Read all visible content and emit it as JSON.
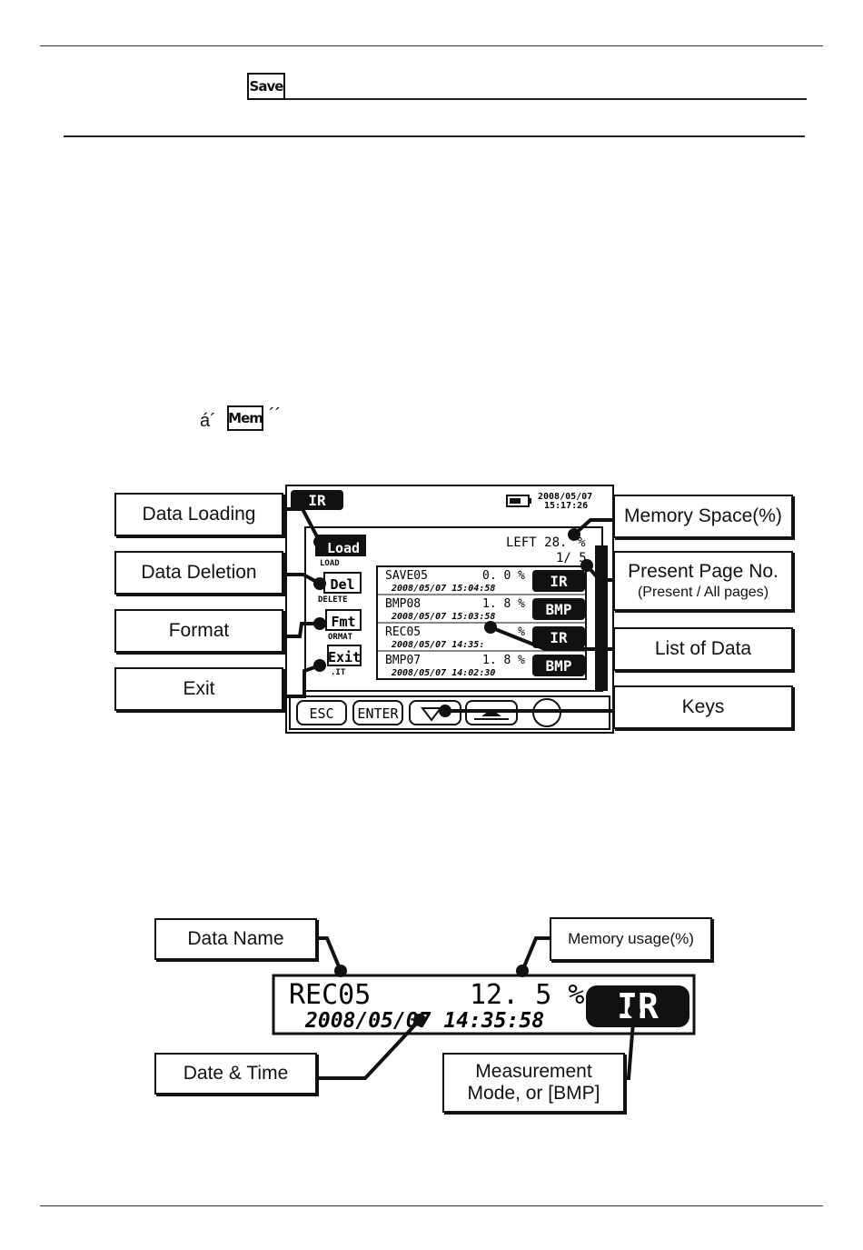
{
  "header": {
    "save_icon": "Save",
    "mem_prefix": "á´",
    "mem_icon": "Mem",
    "mem_suffix": "´´"
  },
  "screen": {
    "mode_badge": "IR",
    "date": "2008/05/07",
    "time": "15:17:26",
    "left_label": "LEFT 28.",
    "left_tail": "%",
    "page_indicator": "1/ 5",
    "side_keys": [
      {
        "icon": "Load",
        "caption": "LOAD"
      },
      {
        "icon": "Del",
        "caption": "DELETE"
      },
      {
        "icon": "Fmt",
        "caption": "ORMAT"
      },
      {
        "icon": "Exit",
        "caption": ".IT"
      }
    ],
    "rows": [
      {
        "name": "SAVE05",
        "usage": "0. 0 %",
        "datetime": "2008/05/07 15:04:58",
        "mode": "IR"
      },
      {
        "name": "BMP08",
        "usage": "1. 8 %",
        "datetime": "2008/05/07 15:03:58",
        "mode": "BMP"
      },
      {
        "name": "REC05",
        "usage": "%",
        "datetime": "2008/05/07 14:35:",
        "mode": "IR"
      },
      {
        "name": "BMP07",
        "usage": "1. 8 %",
        "datetime": "2008/05/07 14:02:30",
        "mode": "BMP"
      }
    ],
    "soft_keys": [
      "ESC",
      "ENTER"
    ]
  },
  "callouts": {
    "data_loading": "Data Loading",
    "data_deletion": "Data Deletion",
    "format": "Format",
    "exit": "Exit",
    "memory_space": "Memory Space(%)",
    "present_page": "Present Page No.",
    "present_page_sub": "(Present / All pages)",
    "list_of_data": "List of Data",
    "keys": "Keys"
  },
  "detail": {
    "name": "REC05",
    "usage": "12. 5 %",
    "datetime": "2008/05/07 14:35:58",
    "mode": "IR",
    "labels": {
      "data_name": "Data Name",
      "memory_usage": "Memory usage(%)",
      "date_time": "Date & Time",
      "mode_line1": "Measurement",
      "mode_line2": "Mode, or [BMP]"
    }
  }
}
